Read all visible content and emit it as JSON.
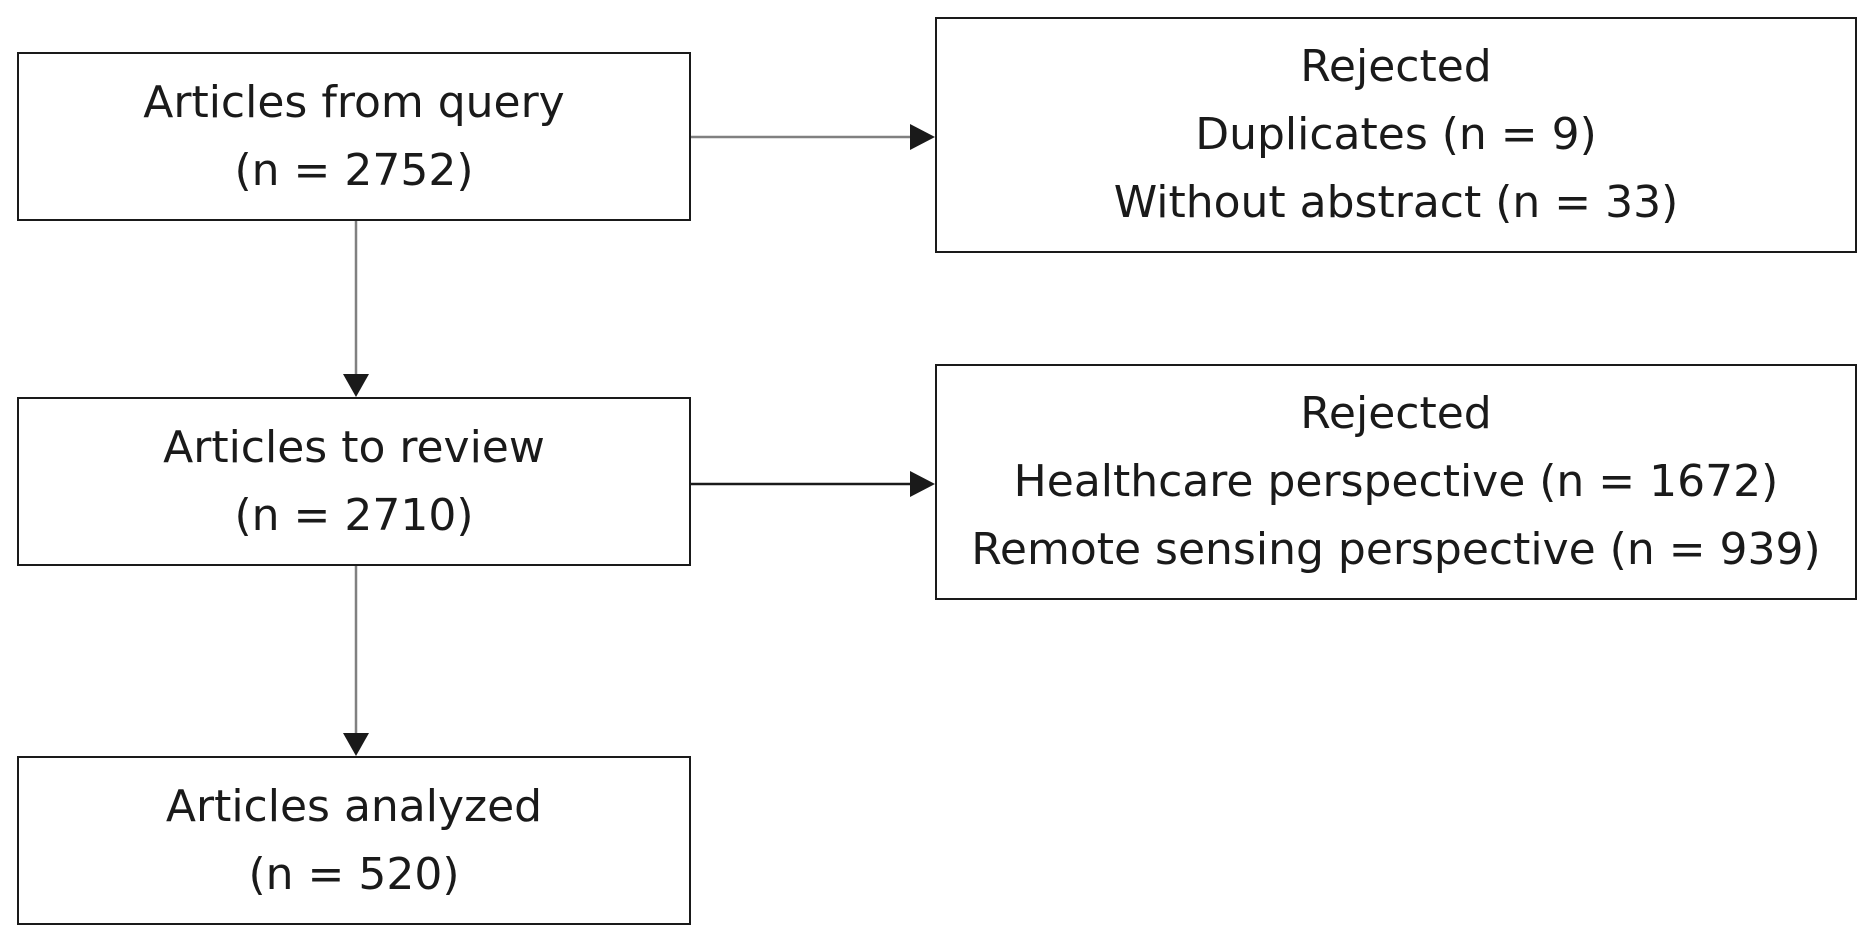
{
  "main_flow": {
    "query": {
      "title": "Articles from query",
      "count": "(n = 2752)"
    },
    "review": {
      "title": "Articles to review",
      "count": "(n = 2710)"
    },
    "analyzed": {
      "title": "Articles analyzed",
      "count": "(n = 520)"
    }
  },
  "rejections": {
    "first": {
      "title": "Rejected",
      "line1": "Duplicates (n = 9)",
      "line2": "Without abstract (n = 33)"
    },
    "second": {
      "title": "Rejected",
      "line1": "Healthcare perspective (n = 1672)",
      "line2": "Remote sensing perspective (n = 939)"
    }
  },
  "colors": {
    "stroke": "#1a1a1a",
    "connector": "#808080",
    "background": "#ffffff"
  }
}
